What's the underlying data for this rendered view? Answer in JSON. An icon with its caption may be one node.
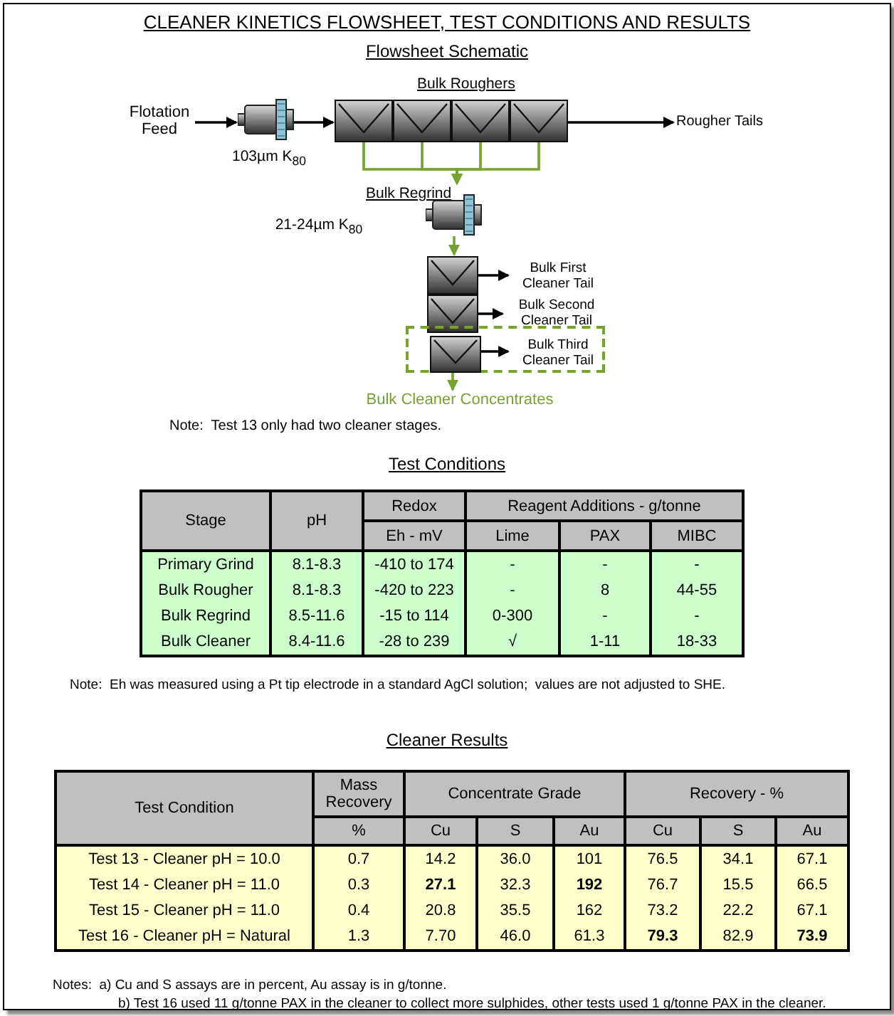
{
  "diagram": {
    "title": "CLEANER KINETICS FLOWSHEET, TEST CONDITIONS AND RESULTS",
    "nodes": [
      {
        "text": [
          "Flotation Feed"
        ]
      },
      {
        "text": [],
        "shape": "picture",
        "beside": [
          "103µm K$_{80}$"
        ]
      },
      {
        "text": [
          "Bulk Roughers"
        ]
      },
      {
        "text": [],
        "shape": "box",
        "in": 2
      },
      {
        "text": [],
        "shape": "box",
        "in": 2
      },
      {
        "text": [],
        "shape": "box",
        "in": 2
      },
      {
        "text": [],
        "shape": "box",
        "in": 2
      },
      {
        "text": [
          "Rougher Tails"
        ]
      },
      {
        "text": [
          "Bulk Regrind"
        ],
        "beside": [
          "21-24µm K$_{80}$"
        ]
      },
      {
        "text": [],
        "shape": "box"
      },
      {
        "text": [
          "Bulk First Cleaner Tail"
        ]
      },
      {
        "text": [],
        "shape": "box"
      },
      {
        "text": [
          "Bulk Second Cleaner Tail"
        ]
      },
      {
        "text": [],
        "shape": "box"
      },
      {
        "text": [],
        "shape": "box",
        "in": 13
      },
      {
        "text": [
          "Bulk Third Cleaner Tail"
        ],
        "in": 13
      },
      {
        "text": [
          "Bulk Cleaner Concentrates"
        ]
      }
    ],
    "edges": [
      {
        "from": 0,
        "to": 1,
        "arrow": "to",
        "color": "#000000"
      },
      {
        "from": 1,
        "to": 2,
        "arrow": "to",
        "color": "#000000"
      },
      {
        "from": 2,
        "to": 7,
        "arrow": "to",
        "color": "#000000"
      },
      {
        "from": 3,
        "to": 8,
        "arrow": "to",
        "color": "#77a22f"
      },
      {
        "from": 4,
        "to": 8,
        "arrow": "to",
        "color": "#77a22f"
      },
      {
        "from": 5,
        "to": 8,
        "arrow": "to",
        "color": "#77a22f"
      },
      {
        "from": 6,
        "to": 8,
        "arrow": "to",
        "color": "#77a22f"
      },
      {
        "from": 8,
        "to": 9,
        "arrow": "to",
        "color": "#77a22f"
      },
      {
        "from": 9,
        "to": 10,
        "arrow": "to",
        "color": "#000000"
      },
      {
        "from": 11,
        "to": 12,
        "arrow": "to",
        "color": "#000000"
      },
      {
        "from": 14,
        "to": 15,
        "arrow": "to",
        "color": "#000000"
      },
      {
        "from": 14,
        "to": 16,
        "arrow": "to",
        "color": "#77a22f"
      }
    ],
    "labels": [
      "Flowsheet Schematic",
      "Note:  Test 13 only had two cleaner stages.",
      "Test Conditions",
      "Stage",
      "pH",
      "Redox",
      "Reagent Additions - g/tonne",
      "Eh - mV",
      "Lime",
      "PAX",
      "MIBC",
      "Primary Grind",
      "8.1-8.3",
      "-410 to 174",
      "-",
      "-",
      "-",
      "Bulk Rougher",
      "8.1-8.3",
      "-420 to 223",
      "-",
      "8",
      "44-55",
      "Bulk Regrind",
      "8.5-11.6",
      "-15 to 114",
      "0-300",
      "-",
      "-",
      "Bulk Cleaner",
      "8.4-11.6",
      "-28 to 239",
      "√",
      "1-11",
      "18-33",
      "Note:  Eh was measured using a Pt tip electrode in a standard AgCl solution;  values are not adjusted to SHE.",
      "Cleaner Results",
      "Test Condition",
      "Mass Recovery",
      "Concentrate Grade",
      "Recovery - %",
      "%",
      "Cu",
      "S",
      "Au",
      "Cu",
      "S",
      "Au",
      "Test 13 - Cleaner pH = 10.0",
      "0.7",
      "14.2",
      "36.0",
      "101",
      "76.5",
      "34.1",
      "67.1",
      "Test 14 - Cleaner pH = 11.0",
      "0.3",
      "**27.1**",
      "32.3",
      "**192**",
      "76.7",
      "15.5",
      "66.5",
      "Test 15 - Cleaner pH = 11.0",
      "0.4",
      "20.8",
      "35.5",
      "162",
      "73.2",
      "22.2",
      "67.1",
      "Test 16 - Cleaner pH = Natural",
      "1.3",
      "7.70",
      "46.0",
      "61.3",
      "**79.3**",
      "82.9",
      "**73.9**",
      "Notes:  a) Cu and S assays are in percent, Au assay is in g/tonne.",
      "b) Test 16 used 11 g/tonne PAX in the cleaner to collect more sulphides, other tests used 1 g/tonne PAX in the cleaner."
    ]
  }
}
